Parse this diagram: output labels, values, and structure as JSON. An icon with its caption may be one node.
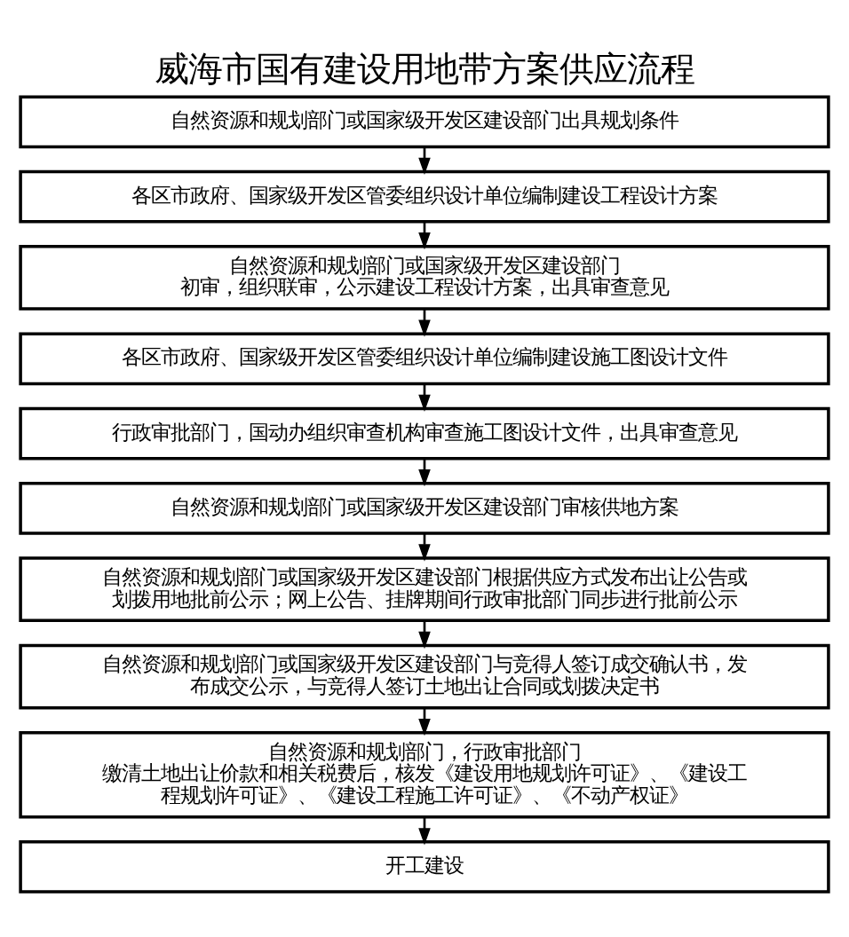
{
  "diagram": {
    "title": "威海市国有建设用地带方案供应流程",
    "nodes": [
      {
        "text": [
          "自然资源和规划部门或国家级开发区建设部门出具规划条件"
        ]
      },
      {
        "text": [
          "各区市政府、国家级开发区管委组织设计单位编制建设工程设计方案"
        ]
      },
      {
        "text": [
          "自然资源和规划部门或国家级开发区建设部门",
          "初审，组织联审，公示建设工程设计方案，出具审查意见"
        ]
      },
      {
        "text": [
          "各区市政府、国家级开发区管委组织设计单位编制建设施工图设计文件"
        ]
      },
      {
        "text": [
          "行政审批部门，国动办组织审查机构审查施工图设计文件，出具审查意见"
        ]
      },
      {
        "text": [
          "自然资源和规划部门或国家级开发区建设部门审核供地方案"
        ]
      },
      {
        "text": [
          "自然资源和规划部门或国家级开发区建设部门根据供应方式发布出让公告或划拨用地批前公示；网上公告、挂牌期间行政审批部门同步进行批前公示"
        ]
      },
      {
        "text": [
          "自然资源和规划部门或国家级开发区建设部门与竞得人签订成交确认书，发布成交公示，与竞得人签订土地出让合同或划拨决定书"
        ]
      },
      {
        "text": [
          "自然资源和规划部门，行政审批部门",
          "缴清土地出让价款和相关税费后，核发《建设用地规划许可证》、《建设工程规划许可证》、《建设工程施工许可证》、《不动产权证》"
        ]
      },
      {
        "text": [
          "开工建设"
        ]
      }
    ],
    "edges": [
      {
        "from": 0,
        "to": 1,
        "arrow": "to"
      },
      {
        "from": 1,
        "to": 2,
        "arrow": "to"
      },
      {
        "from": 2,
        "to": 3,
        "arrow": "to"
      },
      {
        "from": 3,
        "to": 4,
        "arrow": "to"
      },
      {
        "from": 4,
        "to": 5,
        "arrow": "to"
      },
      {
        "from": 5,
        "to": 6,
        "arrow": "to"
      },
      {
        "from": 6,
        "to": 7,
        "arrow": "to"
      },
      {
        "from": 7,
        "to": 8,
        "arrow": "to"
      },
      {
        "from": 8,
        "to": 9,
        "arrow": "to"
      }
    ]
  }
}
